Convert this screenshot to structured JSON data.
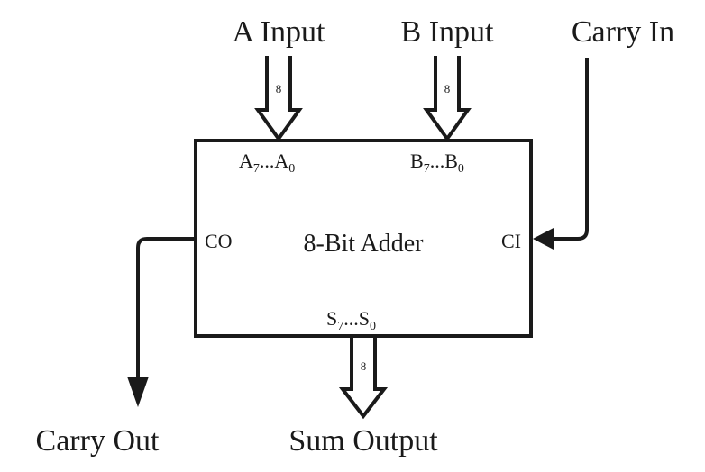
{
  "title": "8-Bit Adder",
  "colors": {
    "stroke": "#1a1a1a",
    "background": "#ffffff"
  },
  "inputs": {
    "a": {
      "label": "A Input",
      "bus_width": "8",
      "pin": {
        "hi_base": "A",
        "hi_sub": "7",
        "dots": "...",
        "lo_base": "A",
        "lo_sub": "0"
      }
    },
    "b": {
      "label": "B Input",
      "bus_width": "8",
      "pin": {
        "hi_base": "B",
        "hi_sub": "7",
        "dots": "...",
        "lo_base": "B",
        "lo_sub": "0"
      }
    },
    "carry_in": {
      "label": "Carry In",
      "pin": "CI"
    }
  },
  "outputs": {
    "sum": {
      "label": "Sum Output",
      "bus_width": "8",
      "pin": {
        "hi_base": "S",
        "hi_sub": "7",
        "dots": "...",
        "lo_base": "S",
        "lo_sub": "0"
      }
    },
    "carry_out": {
      "label": "Carry Out",
      "pin": "CO"
    }
  }
}
